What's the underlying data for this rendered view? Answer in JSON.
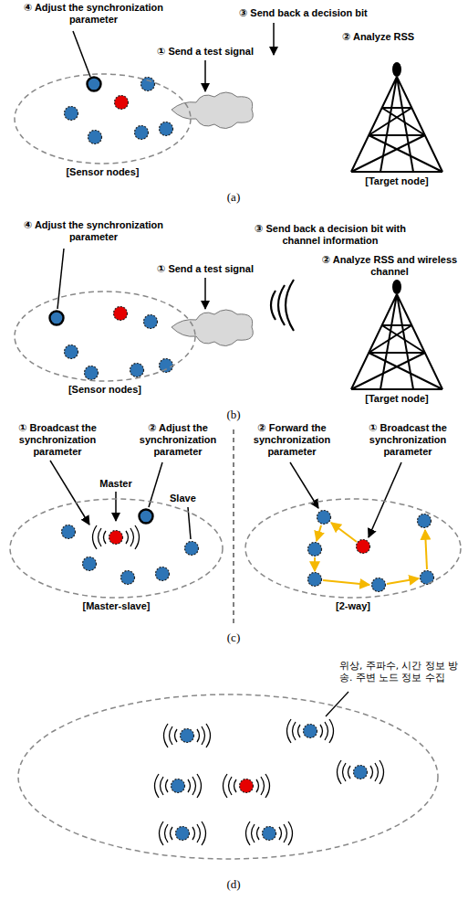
{
  "diagram": {
    "nodes": [
      {
        "text": [
          "[Sensor nodes]"
        ]
      },
      {
        "text": [
          "[Sensor nodes]"
        ]
      },
      {
        "text": [
          "[Master-slave]"
        ]
      },
      {
        "text": [
          "[2-way]"
        ]
      }
    ],
    "labels": [
      "④ Adjust the synchronization parameter",
      "① Send a test signal",
      "③ Send back a decision bit",
      "② Analyze RSS",
      "[Target node]",
      "(a)",
      "④ Adjust the synchronization parameter",
      "① Send a test signal",
      "③ Send back a decision bit with channel information",
      "② Analyze RSS and wireless channel",
      "[Target node]",
      "(b)",
      "① Broadcast the synchronization parameter",
      "② Adjust the synchronization parameter",
      "Master",
      "Slave",
      "② Forward the synchronization parameter",
      "① Broadcast the synchronization parameter",
      "(c)",
      "위상, 주파수, 시간 정보 방송. 주변 노드 정보 수집",
      "(d)"
    ]
  }
}
